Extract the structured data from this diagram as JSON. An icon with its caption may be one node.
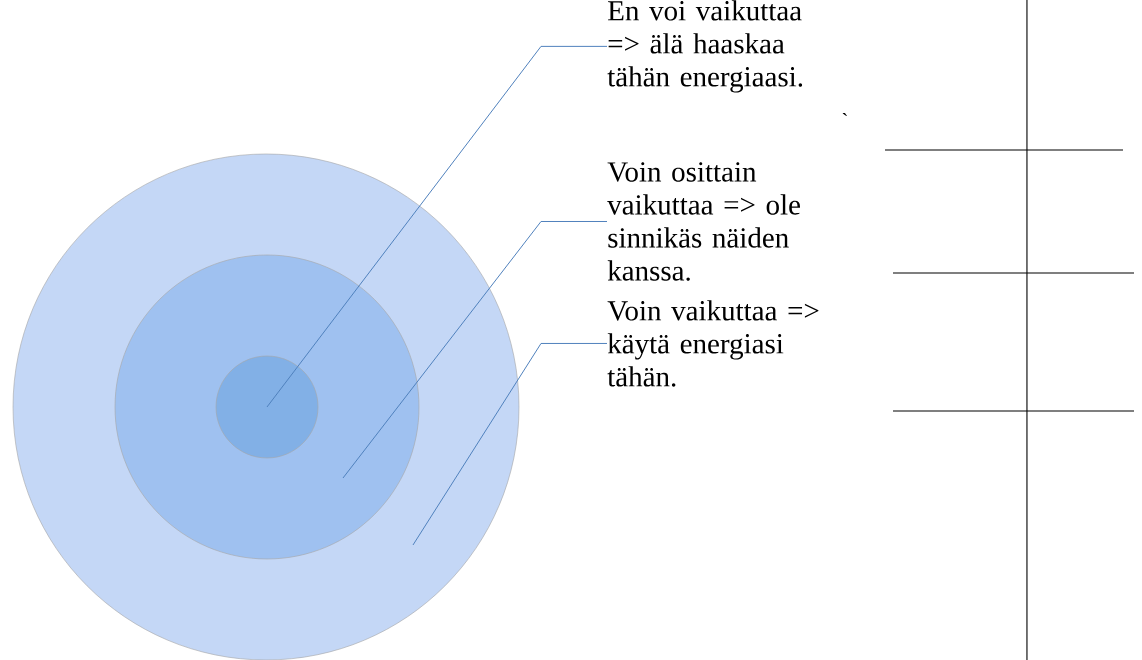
{
  "diagram": {
    "nodes": [
      {
        "text": [],
        "shape": "circle"
      },
      {
        "text": [],
        "shape": "circle",
        "in": 0
      },
      {
        "text": [],
        "shape": "circle",
        "in": 1
      },
      {
        "text": [
          "En voi vaikuttaa => älä haaskaa tähän energiaasi."
        ]
      },
      {
        "text": [
          "Voin osittain vaikuttaa => ole sinnikäs näiden kanssa."
        ]
      },
      {
        "text": [
          "Voin vaikuttaa => käytä energiasi tähän."
        ]
      }
    ],
    "edges": [
      {
        "from": 3,
        "to": 2,
        "arrow": "none"
      },
      {
        "from": 4,
        "to": 1,
        "arrow": "none"
      },
      {
        "from": 5,
        "to": 0,
        "arrow": "none"
      }
    ],
    "labels": [
      "`"
    ]
  }
}
